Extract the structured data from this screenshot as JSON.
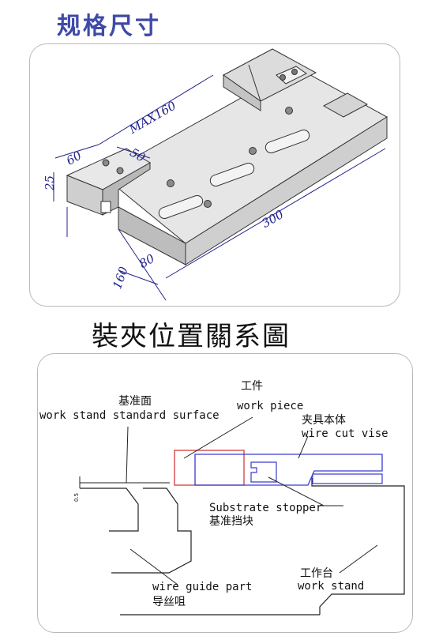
{
  "titles": {
    "spec": "规格尺寸",
    "clamp": "裝夾位置關系圖"
  },
  "dimensions": {
    "max": "MAX160",
    "d60": "60",
    "d50": "50",
    "d25": "25",
    "d300": "300",
    "d80": "80",
    "d160": "160"
  },
  "labels": {
    "standard_cn": "基准面",
    "standard_en": "work stand standard surface",
    "workpiece_cn": "工件",
    "workpiece_en": "work piece",
    "vise_cn": "夹具本体",
    "vise_en": "wire cut vise",
    "stopper_en": "Substrate stopper",
    "stopper_cn": "基准挡块",
    "guide_en": "wire guide part",
    "guide_cn": "导丝咀",
    "stand_cn": "工作台",
    "stand_en": "work stand",
    "gap": "0.5"
  },
  "colors": {
    "title_blue": "#3f4aa8",
    "dim_blue": "#23238c",
    "workpiece_red": "#d23a3a",
    "vise_blue": "#3a3ad0"
  }
}
